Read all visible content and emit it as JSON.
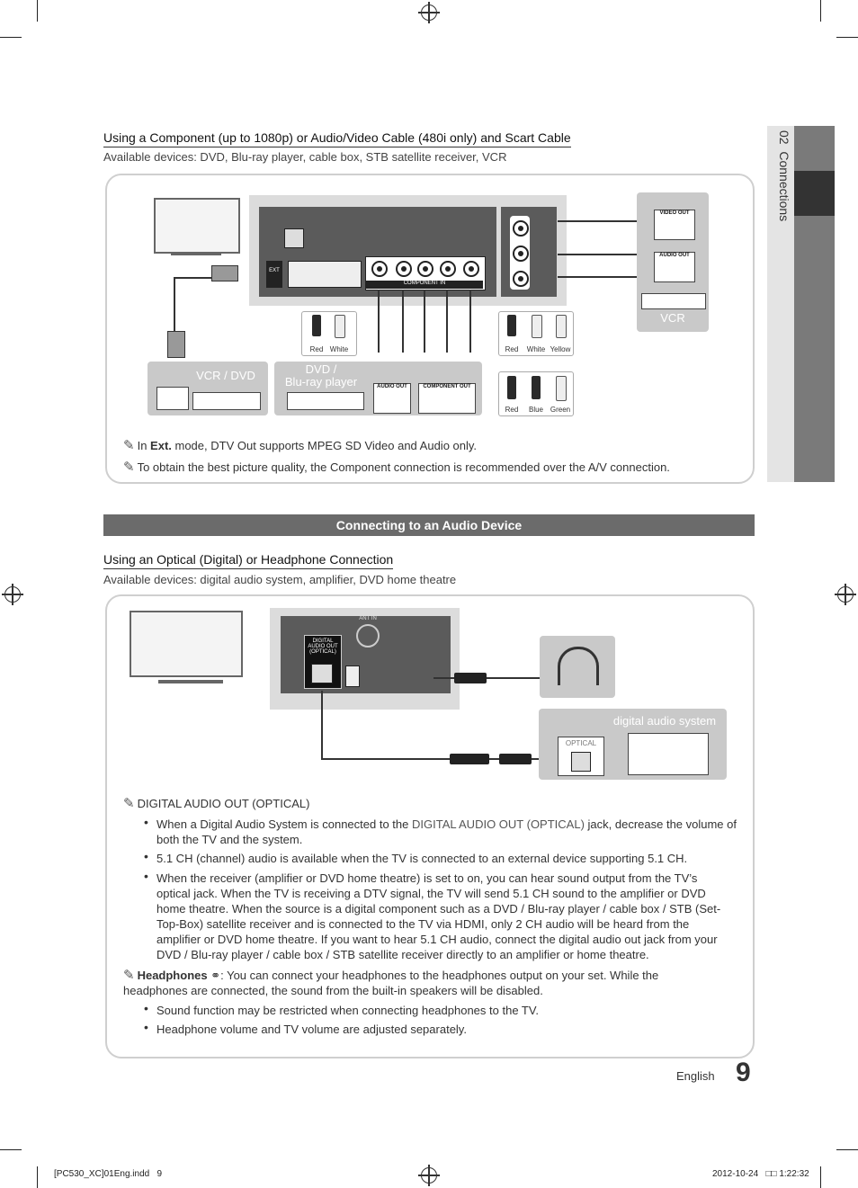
{
  "sidebar": {
    "chapter_number": "02",
    "chapter_title": "Connections"
  },
  "section1": {
    "title": "Using a Component (up to 1080p) or Audio/Video Cable (480i only) and Scart Cable",
    "available": "Available devices: DVD, Blu-ray player, cable box, STB satellite receiver, VCR",
    "diagram": {
      "vcr_dvd_label": "VCR / DVD",
      "dvd_label": "DVD /\nBlu-ray player",
      "vcr_label": "VCR",
      "video_out": "VIDEO OUT",
      "audio_out": "AUDIO OUT",
      "component_out": "COMPONENT OUT",
      "ext": "EXT",
      "component_in": "COMPONENT IN",
      "plug_colors_1": [
        "Red",
        "White"
      ],
      "plug_colors_2": [
        "Red",
        "White",
        "Yellow"
      ],
      "plug_colors_3": [
        "Red",
        "Blue",
        "Green"
      ]
    },
    "note1_prefix": "In ",
    "note1_bold": "Ext.",
    "note1_rest": " mode, DTV Out supports MPEG SD Video and Audio only.",
    "note2": "To obtain the best picture quality, the Component connection is recommended over the A/V connection."
  },
  "section2": {
    "banner": "Connecting to an Audio Device",
    "title": "Using an Optical (Digital) or Headphone Connection",
    "available": "Available devices: digital audio system, amplifier, DVD home theatre",
    "diagram": {
      "digital_audio_out": "DIGITAL AUDIO OUT (OPTICAL)",
      "ant_in": "ANT IN",
      "optical": "OPTICAL",
      "digital_audio_system": "digital audio system"
    },
    "note_heading": "DIGITAL AUDIO OUT (OPTICAL)",
    "bullets": [
      {
        "pre": "When a Digital Audio System is connected to the ",
        "bold": "DIGITAL AUDIO OUT (OPTICAL)",
        "post": " jack, decrease the volume of both the TV and the system."
      },
      {
        "pre": "5.1 CH (channel) audio is available when the TV is connected to an external device supporting 5.1 CH.",
        "bold": "",
        "post": ""
      },
      {
        "pre": "When the receiver (amplifier or DVD home theatre) is set to on, you can hear sound output from the TV’s optical jack. When the TV is receiving a DTV signal, the TV will send 5.1 CH sound to the amplifier or DVD home theatre. When the source is a digital component such as a DVD / Blu-ray player / cable box / STB (Set-Top-Box) satellite receiver and is connected to the TV via HDMI, only 2 CH audio will be heard from the amplifier or DVD home theatre. If you want to hear 5.1 CH audio, connect the digital audio out jack from your DVD / Blu-ray player / cable box / STB satellite receiver directly to an amplifier or home theatre.",
        "bold": "",
        "post": ""
      }
    ],
    "headphones_bold": "Headphones",
    "headphones_text": ": You can connect your headphones to the headphones output on your set. While the headphones are connected, the sound from the built-in speakers will be disabled.",
    "headphone_bullets": [
      "Sound function may be restricted when  connecting headphones to the TV.",
      "Headphone volume and TV volume are adjusted separately."
    ]
  },
  "footer": {
    "language": "English",
    "page_number": "9",
    "file": "[PC530_XC]01Eng.indd   9",
    "timestamp": "2012-10-24   □□ 1:22:32"
  }
}
